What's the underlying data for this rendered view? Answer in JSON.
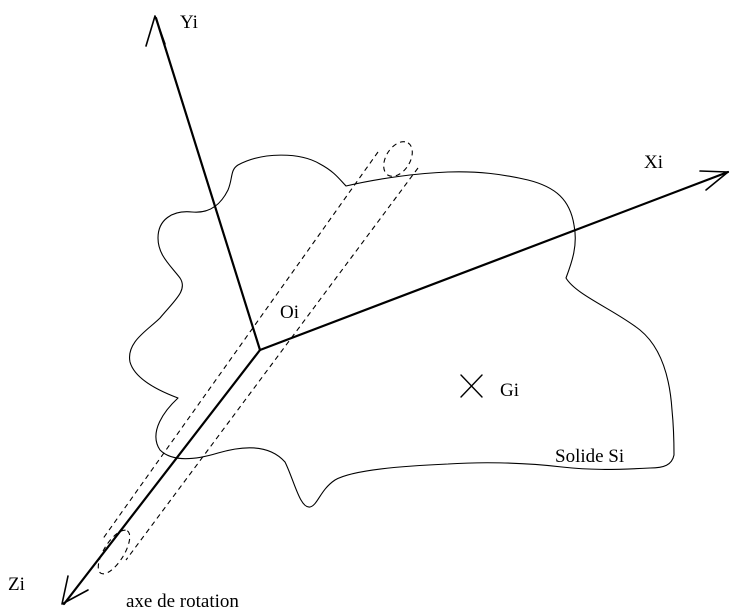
{
  "labels": {
    "yi": "Yi",
    "xi": "Xi",
    "zi": "Zi",
    "oi": "Oi",
    "gi": "Gi",
    "solid": "Solide Si",
    "rotation_axis": "axe de rotation"
  }
}
